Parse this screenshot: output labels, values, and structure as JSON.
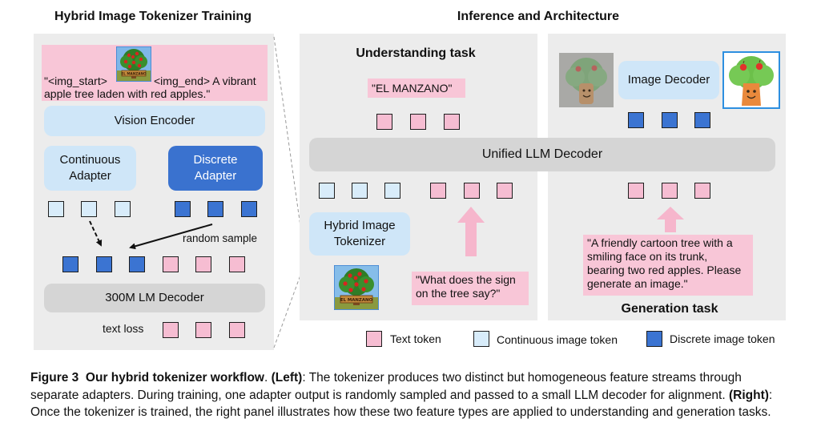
{
  "left": {
    "title": "Hybrid Image Tokenizer Training",
    "prompt_part1": "\"<img_start>",
    "prompt_part2": "<img_end> A vibrant",
    "prompt_line2": "apple tree laden with red apples.\"",
    "vision_encoder": "Vision Encoder",
    "continuous_adapter_l1": "Continuous",
    "continuous_adapter_l2": "Adapter",
    "discrete_adapter_l1": "Discrete",
    "discrete_adapter_l2": "Adapter",
    "random_sample": "random sample",
    "lm_decoder": "300M LM Decoder",
    "text_loss": "text loss",
    "thumb_text": "EL MANZANO"
  },
  "right": {
    "title": "Inference and Architecture",
    "understanding_task": "Understanding task",
    "el_manzano": "\"EL MANZANO\"",
    "unified_decoder": "Unified LLM Decoder",
    "hybrid_tokenizer_l1": "Hybrid Image",
    "hybrid_tokenizer_l2": "Tokenizer",
    "question_l1": "\"What does the sign",
    "question_l2": "on the tree say?\"",
    "image_decoder": "Image Decoder",
    "gen_prompt_l1": "\"A friendly cartoon tree with a",
    "gen_prompt_l2": "smiling face on its trunk,",
    "gen_prompt_l3": "bearing two red apples. Please",
    "gen_prompt_l4": "generate an image.\"",
    "generation_task": "Generation task",
    "sign_text": "EL MANZANO"
  },
  "legend": {
    "text_token": "Text token",
    "continuous_token": "Continuous image token",
    "discrete_token": "Discrete image token"
  },
  "caption": {
    "fig_label": "Figure 3",
    "fig_title": "Our hybrid tokenizer workflow",
    "left_tag": "(Left)",
    "left_text": ": The tokenizer produces two distinct but homogeneous feature streams through separate adapters. During training, one adapter output is randomly sampled and passed to a small LLM decoder for alignment.",
    "right_tag": "(Right)",
    "right_text": ": Once the tokenizer is trained, the right panel illustrates how these two feature types are applied to understanding and generation tasks."
  },
  "colors": {
    "text_token": "#f6bdd2",
    "continuous_token": "#d8ecfa",
    "discrete_token": "#3b74d2",
    "panel": "#ececec",
    "pink_box": "#f8c6d7",
    "light_blue_box": "#cfe6f8"
  }
}
